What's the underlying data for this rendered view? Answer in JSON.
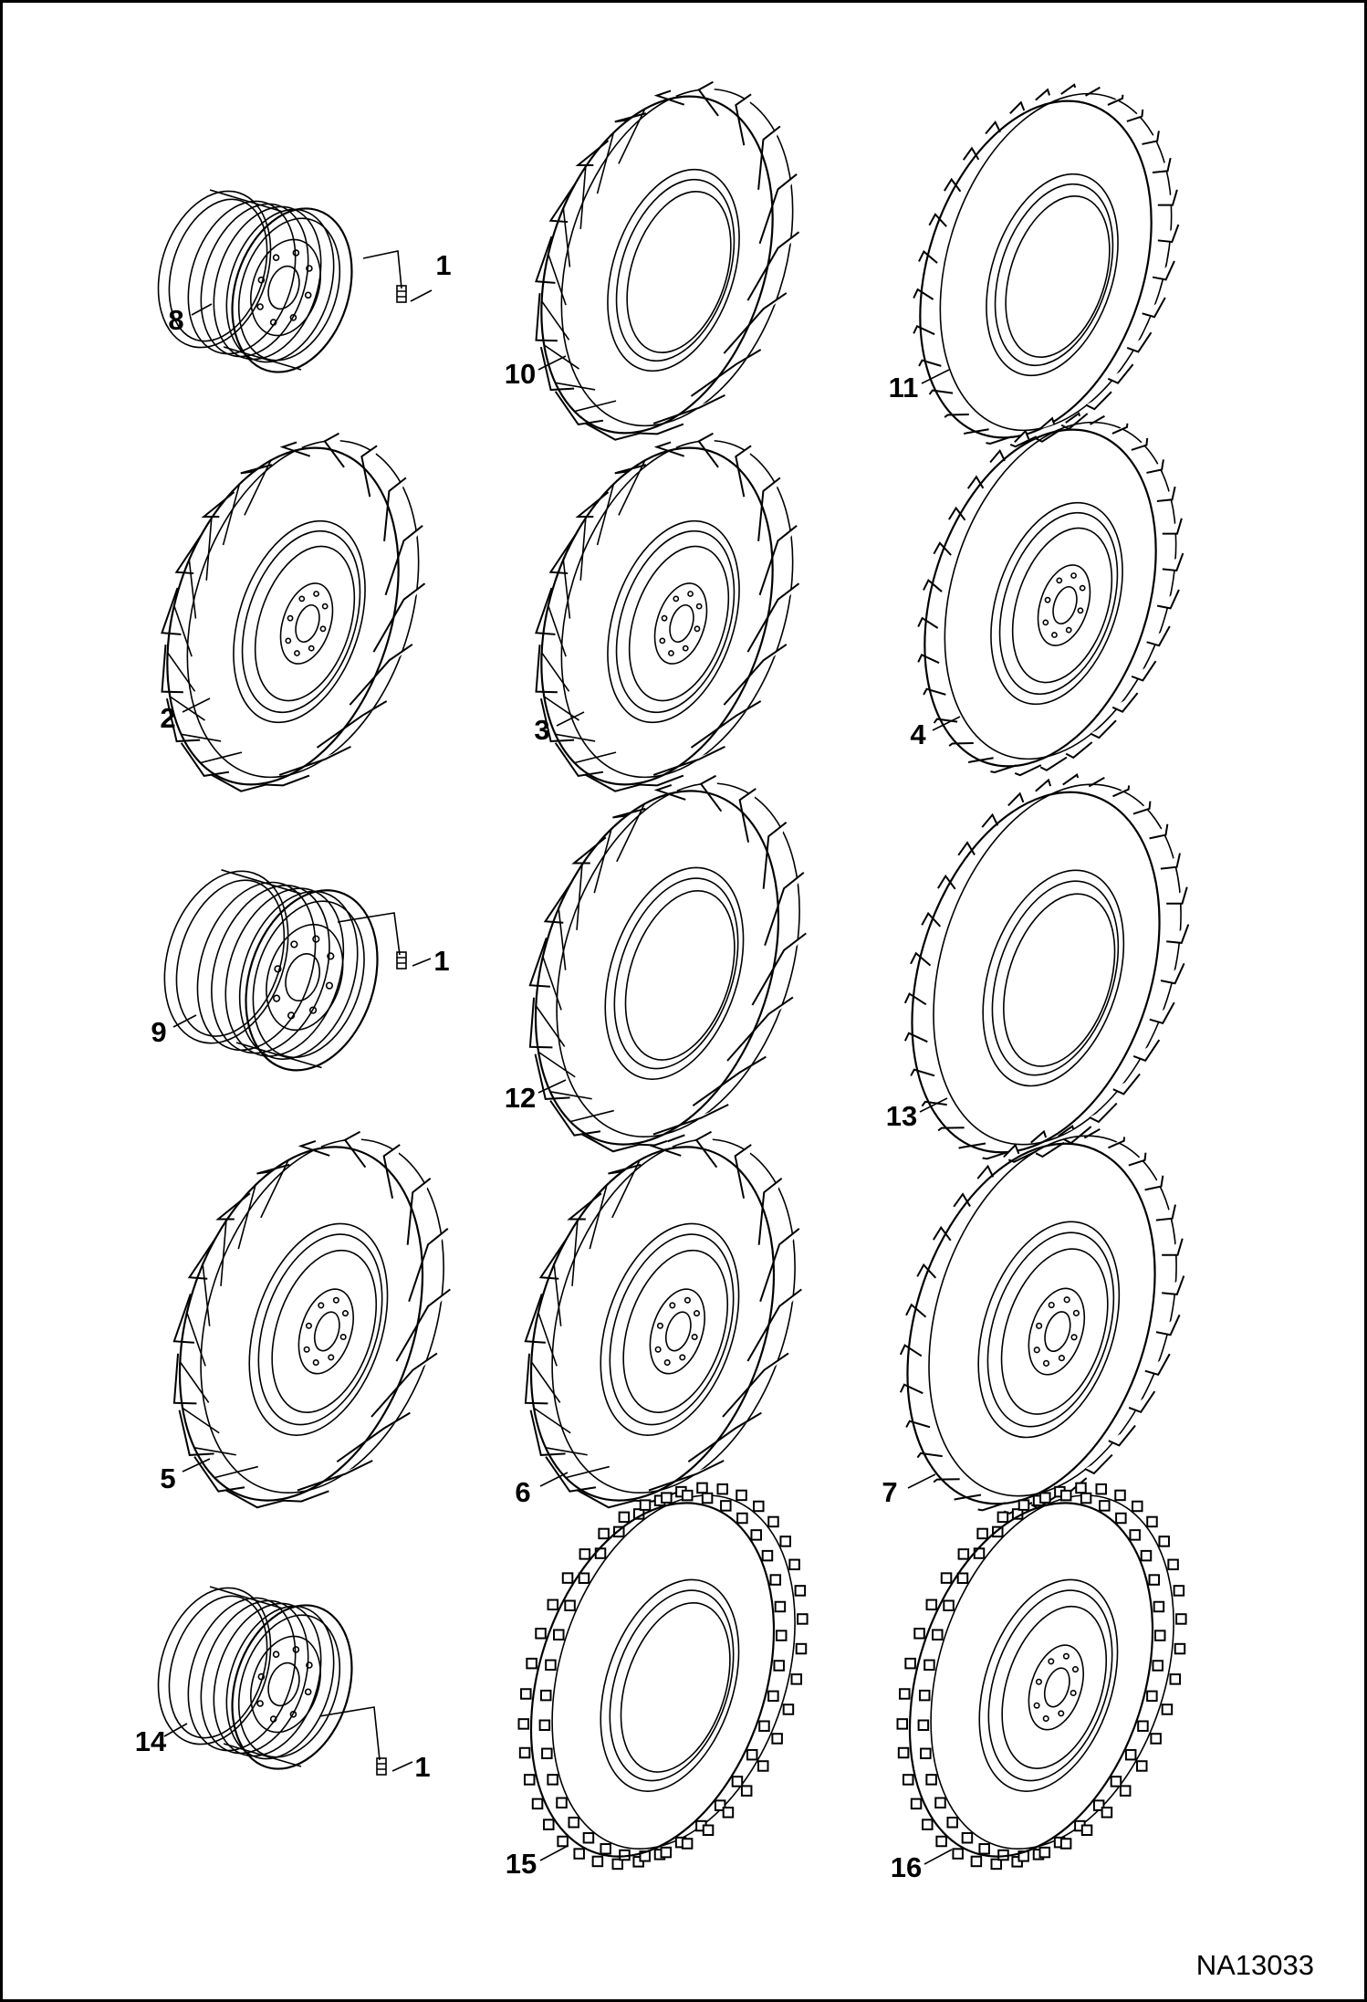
{
  "figure_id": "NA13033",
  "parts": [
    {
      "id": "rim-8",
      "kind": "rim",
      "callout": "8",
      "hardware_callout": "1"
    },
    {
      "id": "tire-10",
      "kind": "tire-lug",
      "callout": "10"
    },
    {
      "id": "tire-11",
      "kind": "tire-block",
      "callout": "11"
    },
    {
      "id": "tire-2",
      "kind": "tire-lug-wheel",
      "callout": "2"
    },
    {
      "id": "tire-3",
      "kind": "tire-lug-wheel",
      "callout": "3"
    },
    {
      "id": "tire-4",
      "kind": "tire-block-wheel",
      "callout": "4"
    },
    {
      "id": "rim-9",
      "kind": "rim",
      "callout": "9",
      "hardware_callout": "1"
    },
    {
      "id": "tire-12",
      "kind": "tire-lug",
      "callout": "12"
    },
    {
      "id": "tire-13",
      "kind": "tire-block",
      "callout": "13"
    },
    {
      "id": "tire-5",
      "kind": "tire-lug-wheel",
      "callout": "5"
    },
    {
      "id": "tire-6",
      "kind": "tire-lug-wheel",
      "callout": "6"
    },
    {
      "id": "tire-7",
      "kind": "tire-block-wheel",
      "callout": "7"
    },
    {
      "id": "rim-14",
      "kind": "rim",
      "callout": "14",
      "hardware_callout": "1"
    },
    {
      "id": "tire-15",
      "kind": "tire-knob",
      "callout": "15"
    },
    {
      "id": "tire-16",
      "kind": "tire-knob-wheel",
      "callout": "16"
    }
  ]
}
